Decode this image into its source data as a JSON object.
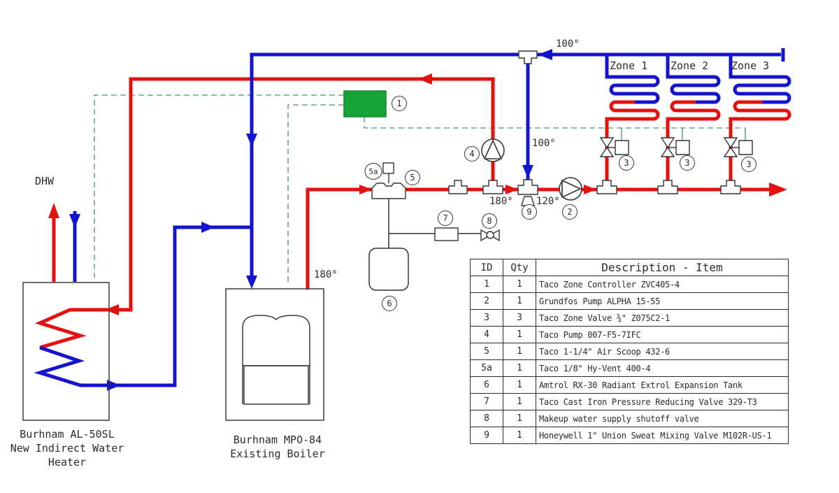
{
  "colors": {
    "pipe_hot": "#e51111",
    "pipe_return": "#1414cf",
    "wire": "#6aa38e",
    "controller_green": "#18a338",
    "line_dark": "#333333"
  },
  "labels": {
    "dhw": "DHW",
    "water_heater": [
      "Burhnam AL-50SL",
      "New Indirect Water",
      "Heater"
    ],
    "boiler": [
      "Burhnam MPO-84",
      "Existing Boiler"
    ]
  },
  "zones": [
    "Zone 1",
    "Zone 2",
    "Zone 3"
  ],
  "temperatures": [
    "100°",
    "100°",
    "180°",
    "120°",
    "180°"
  ],
  "callouts": [
    "1",
    "4",
    "5a",
    "5",
    "9",
    "2",
    "7",
    "8",
    "6",
    "3",
    "3",
    "3"
  ],
  "table": {
    "headers": [
      "ID",
      "Qty",
      "Description - Item"
    ],
    "rows": [
      {
        "id": "1",
        "qty": "1",
        "desc": "Taco Zone Controller ZVC405-4"
      },
      {
        "id": "2",
        "qty": "1",
        "desc": "Grundfos Pump ALPHA 15-55"
      },
      {
        "id": "3",
        "qty": "3",
        "desc": "Taco Zone Valve ¾\" Z075C2-1"
      },
      {
        "id": "4",
        "qty": "1",
        "desc": "Taco Pump 007-F5-7IFC"
      },
      {
        "id": "5",
        "qty": "1",
        "desc": "Taco 1-1/4\" Air Scoop 432-6"
      },
      {
        "id": "5a",
        "qty": "1",
        "desc": "Taco 1/8\" Hy-Vent 400-4"
      },
      {
        "id": "6",
        "qty": "1",
        "desc": "Amtrol RX-30 Radiant Extrol Expansion Tank"
      },
      {
        "id": "7",
        "qty": "1",
        "desc": "Taco Cast Iron Pressure Reducing Valve 329-T3"
      },
      {
        "id": "8",
        "qty": "1",
        "desc": "Makeup water supply shutoff valve"
      },
      {
        "id": "9",
        "qty": "1",
        "desc": "Honeywell 1\" Union Sweat Mixing Valve M102R-US-1"
      }
    ]
  }
}
